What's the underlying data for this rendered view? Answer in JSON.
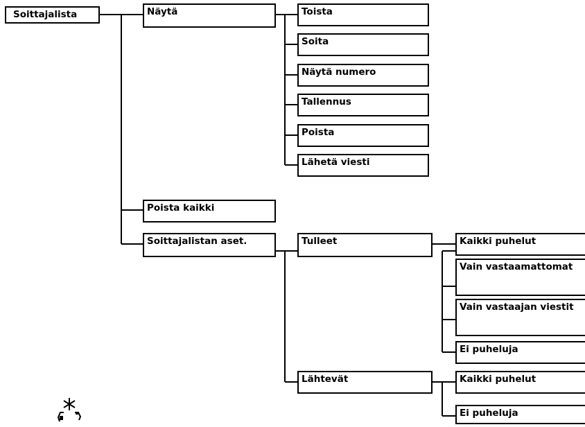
{
  "menu": {
    "root": "Soittajalista",
    "nayta": {
      "label": "Näytä",
      "items": [
        "Toista",
        "Soita",
        "Näytä numero",
        "Tallennus",
        "Poista",
        "Lähetä viesti"
      ]
    },
    "poista_kaikki": "Poista kaikki",
    "asetukset": {
      "label": "Soittajalistan aset.",
      "tulleet": {
        "label": "Tulleet",
        "items": [
          "Kaikki puhelut",
          "Vain vastaamattomat",
          "Vain vastaajan viestit",
          "Ei puheluja"
        ]
      },
      "lahtevat": {
        "label": "Lähtevät",
        "items": [
          "Kaikki puhelut",
          "Ei puheluja"
        ]
      }
    }
  },
  "icons": {
    "navigation": "navigation-key-icon"
  }
}
